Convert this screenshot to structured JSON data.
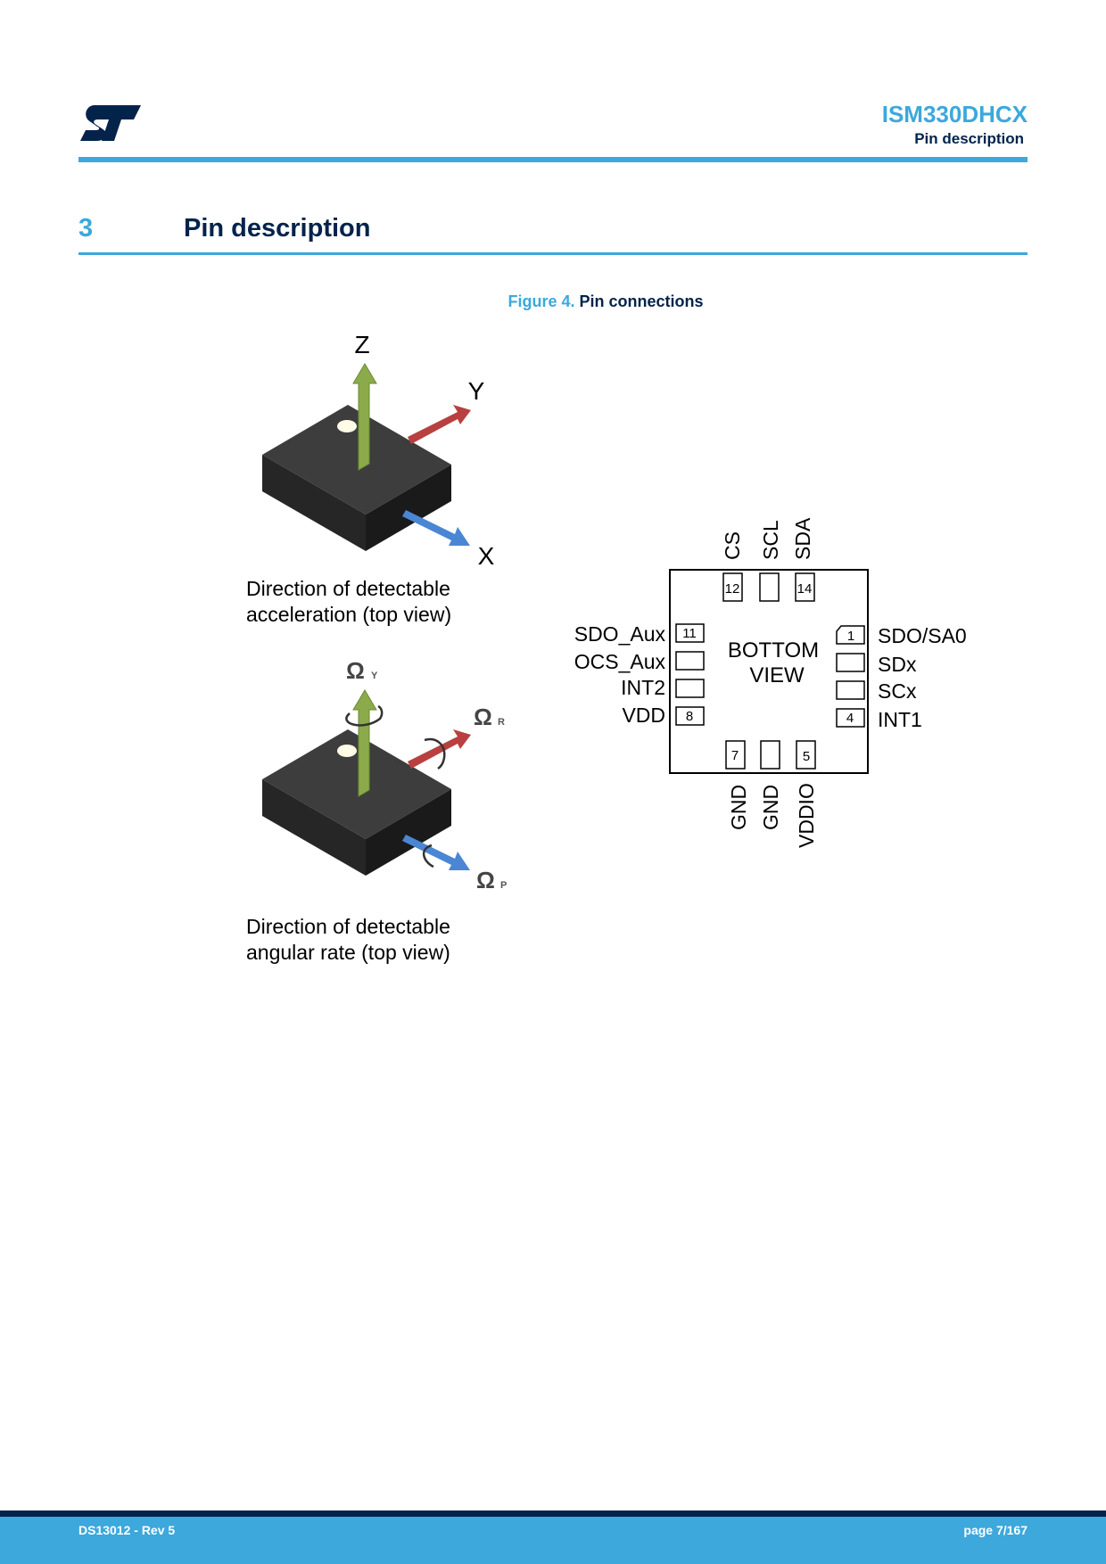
{
  "header": {
    "product": "ISM330DHCX",
    "section": "Pin description"
  },
  "section": {
    "number": "3",
    "title": "Pin description"
  },
  "figure": {
    "number": "Figure 4.",
    "title": "Pin connections",
    "accel": {
      "axis_z": "Z",
      "axis_y": "Y",
      "axis_x": "X",
      "caption_line1": "Direction of detectable",
      "caption_line2": "acceleration (top view)"
    },
    "gyro": {
      "omega": "Ω",
      "sub_y": "Y",
      "sub_r": "R",
      "sub_p": "P",
      "caption_line1": "Direction of detectable",
      "caption_line2": "angular rate (top view)"
    },
    "package": {
      "center_line1": "BOTTOM",
      "center_line2": "VIEW",
      "top_pins": [
        "CS",
        "SCL",
        "SDA"
      ],
      "left_pins": [
        "SDO_Aux",
        "OCS_Aux",
        "INT2",
        "VDD"
      ],
      "right_pins": [
        "SDO/SA0",
        "SDx",
        "SCx",
        "INT1"
      ],
      "bottom_pins": [
        "GND",
        "GND",
        "VDDIO"
      ],
      "pin_numbers": {
        "p12": "12",
        "p14": "14",
        "p11": "11",
        "p8": "8",
        "p1": "1",
        "p4": "4",
        "p7": "7",
        "p5": "5"
      }
    }
  },
  "footer": {
    "doc": "DS13012 - Rev 5",
    "page": "page 7/167"
  },
  "colors": {
    "st_blue": "#3ca8dc",
    "st_dark": "#03234b",
    "arrow_green": "#8bab4a",
    "arrow_red": "#b84040",
    "arrow_blue": "#4a86d4"
  }
}
